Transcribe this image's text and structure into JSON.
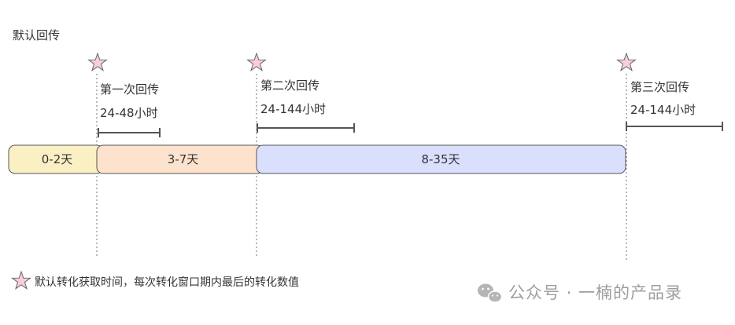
{
  "title": "默认回传",
  "colors": {
    "star_fill": "#f8cde0",
    "star_stroke": "#666666",
    "seg1_fill": "#fbf0c4",
    "seg2_fill": "#fde3cd",
    "seg3_fill": "#dadffe",
    "bar_stroke": "#555555",
    "window_line": "#555555",
    "divider": "#888888",
    "watermark": "#9e9e9e"
  },
  "segments": [
    {
      "label": "0-2天"
    },
    {
      "label": "3-7天"
    },
    {
      "label": "8-35天"
    }
  ],
  "callbacks": [
    {
      "label": "第一次回传",
      "window": "24-48小时",
      "icon": "star-icon"
    },
    {
      "label": "第二次回传",
      "window": "24-144小时",
      "icon": "star-icon"
    },
    {
      "label": "第三次回传",
      "window": "24-144小时",
      "icon": "star-icon"
    }
  ],
  "legend": {
    "icon": "star-icon",
    "text": "默认转化获取时间，每次转化窗口期内最后的转化数值"
  },
  "watermark": {
    "icon": "wechat-icon",
    "text": "公众号 · 一楠的产品录"
  }
}
